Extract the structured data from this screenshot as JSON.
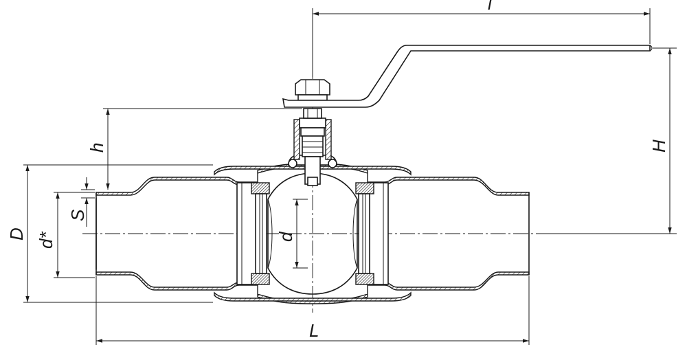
{
  "labels": {
    "handle_length": "l",
    "overall_height": "H",
    "stem_height": "h",
    "outer_diameter": "D",
    "pipe_inner_diameter": "d*",
    "wall_thickness": "S",
    "bore_diameter": "d",
    "overall_length": "L"
  },
  "colors": {
    "line": "#1a1a1a",
    "background": "#ffffff"
  }
}
